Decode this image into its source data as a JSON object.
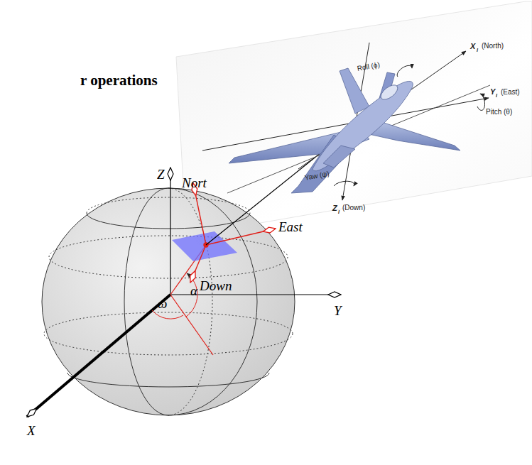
{
  "diagram": {
    "labels": [
      "r operations",
      "Z",
      "Nort",
      "East",
      "Down",
      "ω",
      "α",
      "X",
      "Y",
      "Roll (ϕ)",
      "X",
      "I",
      "(North)",
      "Y",
      "I",
      "(East)",
      "Pitch (θ)",
      "Yaw (ψ)",
      "Z",
      "I",
      "(Down)"
    ]
  }
}
